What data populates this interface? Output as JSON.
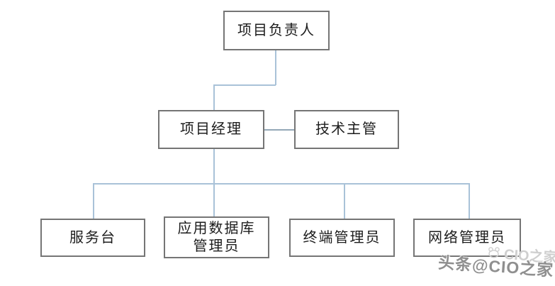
{
  "diagram": {
    "type": "org-chart",
    "nodes": [
      {
        "id": "project-leader",
        "label": "项目负责人",
        "level": 1
      },
      {
        "id": "project-manager",
        "label": "项目经理",
        "level": 2
      },
      {
        "id": "tech-supervisor",
        "label": "技术主管",
        "level": 2
      },
      {
        "id": "service-desk",
        "label": "服务台",
        "level": 3
      },
      {
        "id": "app-db-admin",
        "label": "应用数据库\n管理员",
        "level": 3
      },
      {
        "id": "terminal-admin",
        "label": "终端管理员",
        "level": 3
      },
      {
        "id": "network-admin",
        "label": "网络管理员",
        "level": 3
      }
    ],
    "edges": [
      {
        "from": "project-leader",
        "to": "project-manager"
      },
      {
        "from": "project-manager",
        "to": "tech-supervisor"
      },
      {
        "from": "project-manager",
        "to": "service-desk"
      },
      {
        "from": "project-manager",
        "to": "app-db-admin"
      },
      {
        "from": "project-manager",
        "to": "terminal-admin"
      },
      {
        "from": "project-manager",
        "to": "network-admin"
      }
    ]
  },
  "watermark": {
    "text": "头条@CIO之家",
    "ghost_text": "CIO之家"
  },
  "colors": {
    "background": "#ffffff",
    "box_border": "#757575",
    "box_text": "#1c1c1c",
    "connector": "#a9c2d8",
    "connector_secondary": "#93a7b7",
    "watermark_text": "#8f8f8f",
    "watermark_ghost": "#cfcfcf"
  }
}
